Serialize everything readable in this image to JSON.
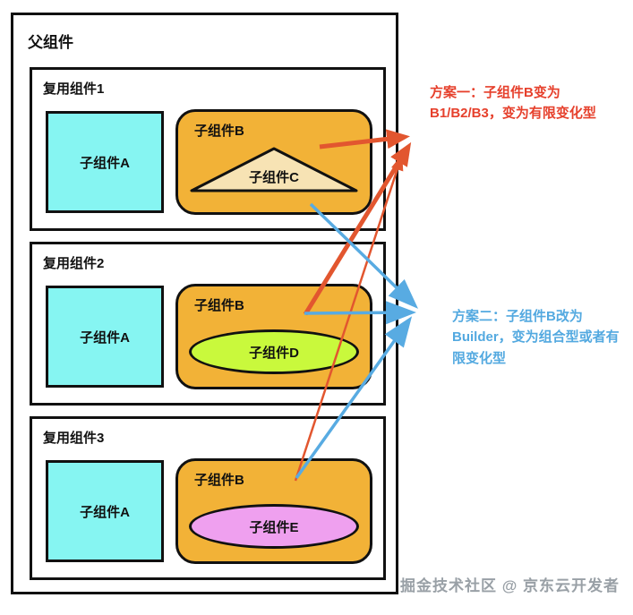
{
  "parent_label": "父组件",
  "groups": [
    {
      "label": "复用组件1",
      "child_a": "子组件A",
      "child_b": "子组件B",
      "inner_label": "子组件C",
      "inner_shape": "triangle"
    },
    {
      "label": "复用组件2",
      "child_a": "子组件A",
      "child_b": "子组件B",
      "inner_label": "子组件D",
      "inner_shape": "ellipse"
    },
    {
      "label": "复用组件3",
      "child_a": "子组件A",
      "child_b": "子组件B",
      "inner_label": "子组件E",
      "inner_shape": "ellipse"
    }
  ],
  "annotations": {
    "plan1": {
      "text": "方案一：子组件B变为B1/B2/B3，变为有限变化型",
      "color": "#e6402c"
    },
    "plan2": {
      "text": "方案二：子组件B改为Builder，变为组合型或者有限变化型",
      "color": "#53a9e0"
    }
  },
  "watermark": "掘金技术社区 @ 京东云开发者",
  "colors": {
    "child_a_fill": "#86f5f2",
    "child_b_fill": "#f2b237",
    "triangle_fill": "#f7e3b4",
    "ellipse_d_fill": "#c9f93c",
    "ellipse_e_fill": "#efa0ef",
    "arrow_plan1": "#e2562f",
    "arrow_plan2": "#58abe2",
    "border": "#111111"
  }
}
